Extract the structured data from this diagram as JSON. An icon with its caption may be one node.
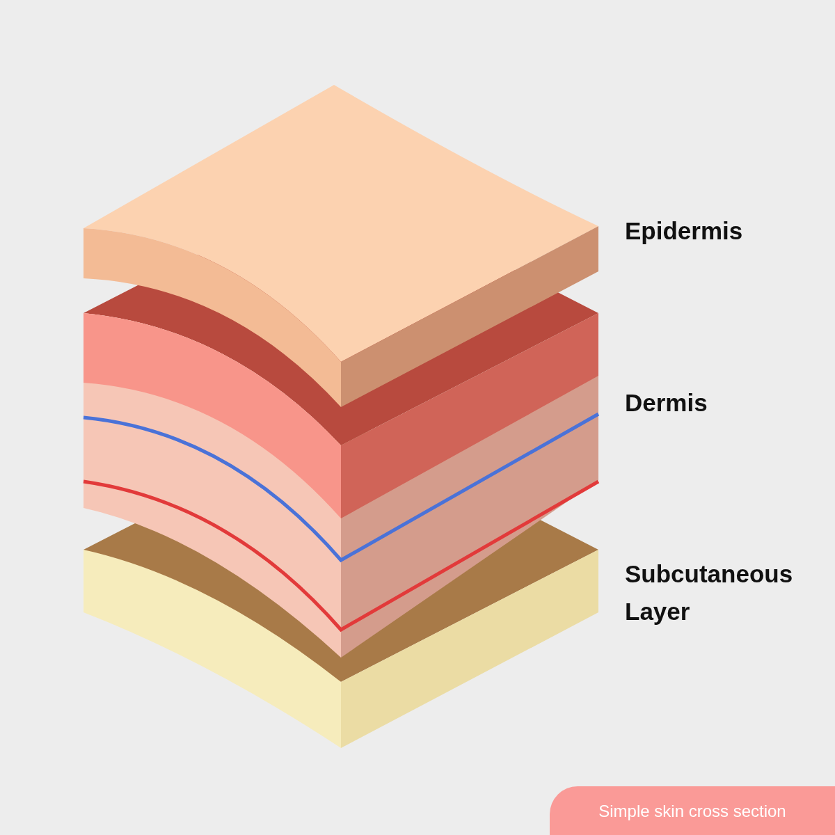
{
  "diagram": {
    "caption": "Simple skin cross section",
    "labels": [
      "Epidermis",
      "Dermis",
      "Subcutaneous Layer"
    ]
  }
}
